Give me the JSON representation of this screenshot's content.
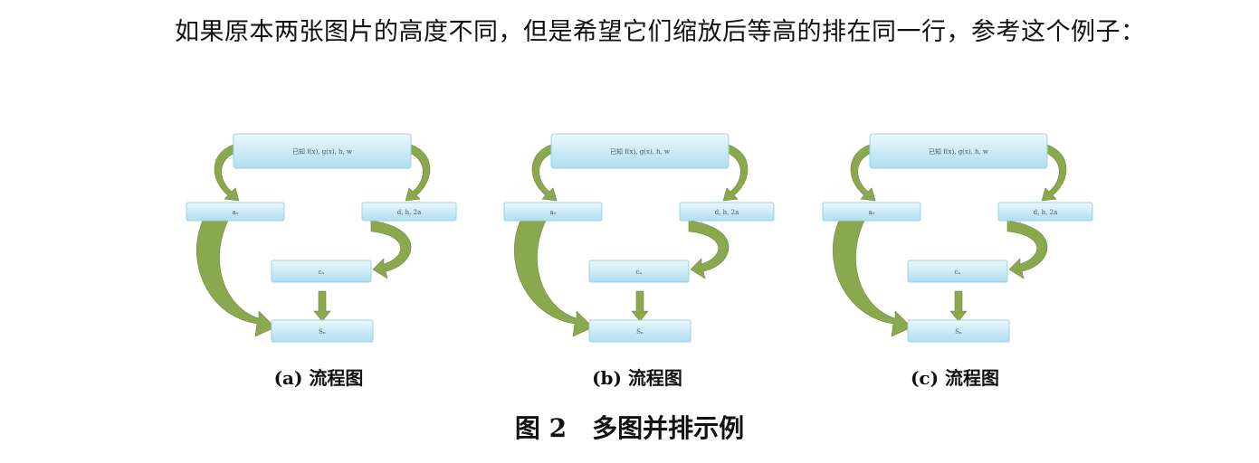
{
  "paragraph": {
    "text": "如果原本两张图片的高度不同，但是希望它们缩放后等高的排在同一行，参考这个例子："
  },
  "figures": [
    {
      "subcaption": "(a) 流程图",
      "boxes": {
        "top": "已知 f(x), g(x), h, w",
        "left": "a₀",
        "right": "d, h, 2a",
        "middle": "cₙ",
        "bottom": "Sₙ"
      }
    },
    {
      "subcaption": "(b) 流程图",
      "boxes": {
        "top": "已知 f(x), g(x), h, w",
        "left": "a₀",
        "right": "d, h, 2a",
        "middle": "cₙ",
        "bottom": "Sₙ"
      }
    },
    {
      "subcaption": "(c) 流程图",
      "boxes": {
        "top": "已知 f(x), g(x), h, w",
        "left": "a₀",
        "right": "d, h, 2a",
        "middle": "cₙ",
        "bottom": "Sₙ"
      }
    }
  ],
  "caption": {
    "number": "图 2",
    "text": "多图并排示例"
  },
  "colors": {
    "box_fill_top": "#e6f6fc",
    "box_fill_bottom": "#b3e1f2",
    "box_stroke": "#9fd0e6",
    "arrow_fill": "#8aa84e",
    "arrow_stroke": "#6f8a3a"
  }
}
